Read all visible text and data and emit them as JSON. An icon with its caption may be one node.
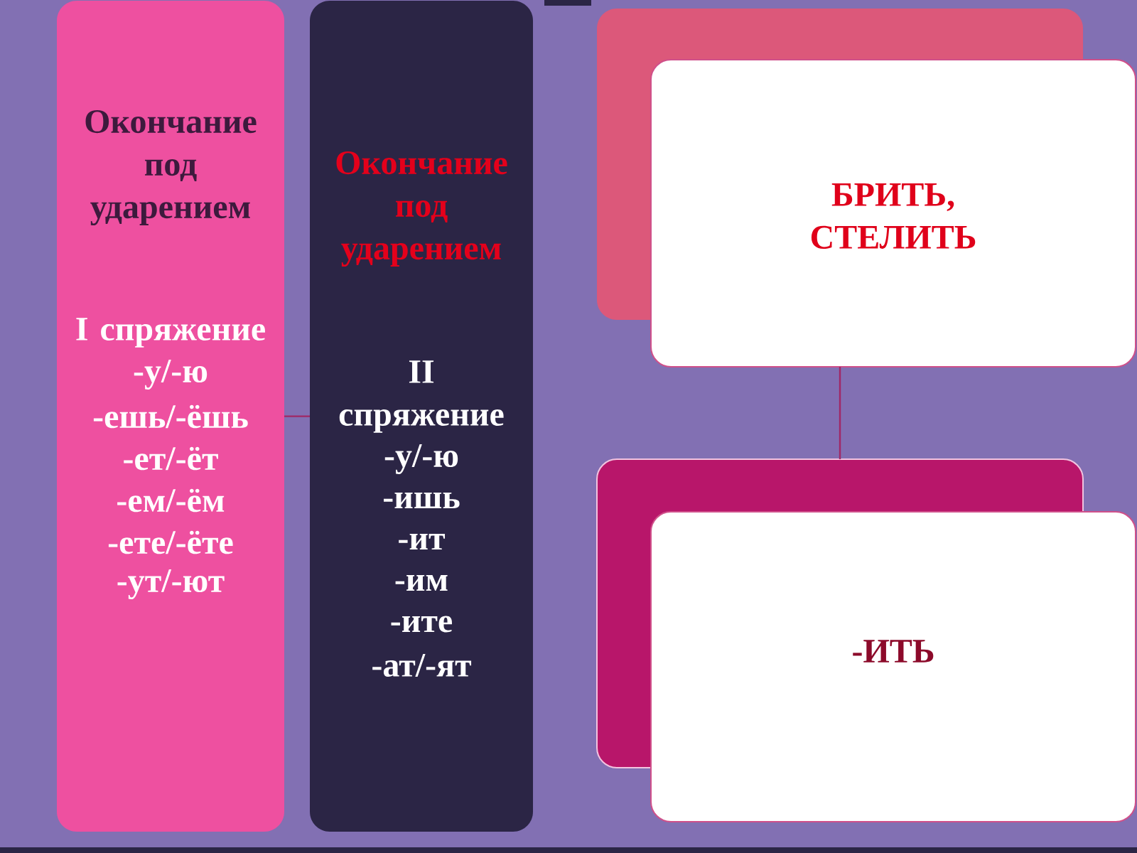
{
  "diagram": {
    "nodes": [
      {
        "text": [
          "Окончание под ударением",
          "I спряжение",
          "-у/-ю",
          "-ешь/-ёшь",
          "-ет/-ёт",
          "-ем/-ём",
          "-ете/-ёте",
          "-ут/-ют"
        ]
      },
      {
        "text": [
          "Окончание под ударением",
          "II спряжение",
          "-у/-ю",
          "-ишь",
          "-ит",
          "-им",
          "-ите",
          "-ат/-ят"
        ]
      },
      {
        "text": [
          "БРИТЬ, СТЕЛИТЬ"
        ]
      },
      {
        "text": [
          "-ИТЬ"
        ]
      }
    ],
    "edges": [
      {
        "from": 0,
        "to": 1,
        "arrow": "none"
      },
      {
        "from": 2,
        "to": 3,
        "arrow": "none"
      }
    ]
  }
}
